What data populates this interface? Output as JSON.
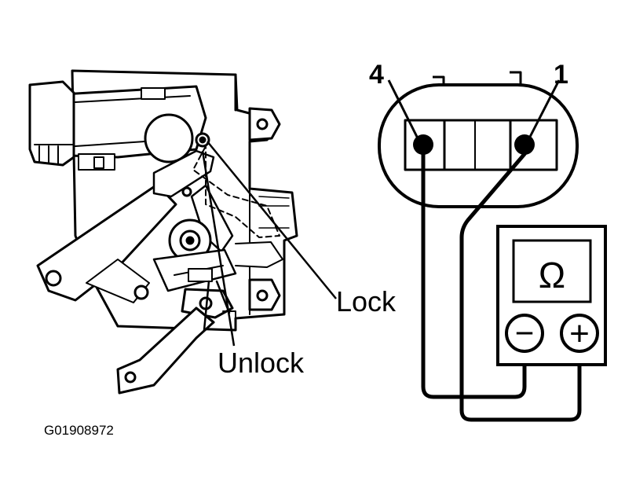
{
  "labels": {
    "lock": "Lock",
    "unlock": "Unlock",
    "pin_left": "4",
    "pin_right": "1",
    "meter_symbol": "Ω",
    "meter_minus": "−",
    "meter_plus": "+",
    "figure_code": "G01908972"
  },
  "colors": {
    "ink": "#000000",
    "paper": "#ffffff"
  },
  "icons": {
    "mechanism": "door-lock-actuator-icon",
    "connector": "connector-icon",
    "meter": "ohmmeter-icon"
  }
}
